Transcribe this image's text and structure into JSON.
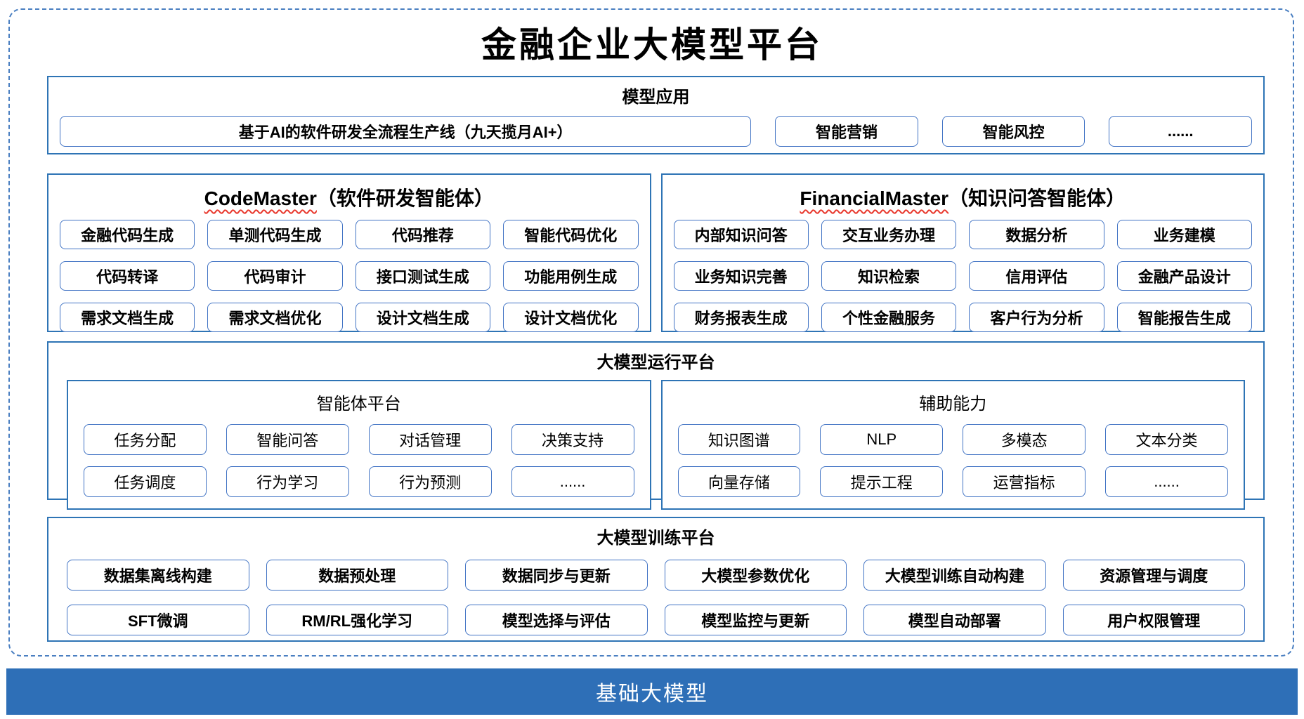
{
  "title": "金融企业大模型平台",
  "colors": {
    "section_border": "#2e74b5",
    "item_border": "#4173c4",
    "outer_dashed_border": "#4a7fc1",
    "base_bar_background": "#2e6fb7",
    "base_bar_text": "#ffffff",
    "spellcheck_underline": "#e8372c"
  },
  "model_application": {
    "header": "模型应用",
    "pipeline_item": "基于AI的软件研发全流程生产线（九天揽月AI+）",
    "items": [
      "智能营销",
      "智能风控",
      "......"
    ]
  },
  "code_master": {
    "name": "CodeMaster",
    "subtitle": "（软件研发智能体）",
    "items": [
      "金融代码生成",
      "单测代码生成",
      "代码推荐",
      "智能代码优化",
      "代码转译",
      "代码审计",
      "接口测试生成",
      "功能用例生成",
      "需求文档生成",
      "需求文档优化",
      "设计文档生成",
      "设计文档优化"
    ]
  },
  "financial_master": {
    "name": "FinancialMaster",
    "subtitle": "（知识问答智能体）",
    "items": [
      "内部知识问答",
      "交互业务办理",
      "数据分析",
      "业务建模",
      "业务知识完善",
      "知识检索",
      "信用评估",
      "金融产品设计",
      "财务报表生成",
      "个性金融服务",
      "客户行为分析",
      "智能报告生成"
    ]
  },
  "runtime_platform": {
    "header": "大模型运行平台",
    "agent_platform": {
      "title": "智能体平台",
      "items": [
        "任务分配",
        "智能问答",
        "对话管理",
        "决策支持",
        "任务调度",
        "行为学习",
        "行为预测",
        "......"
      ]
    },
    "auxiliary": {
      "title": "辅助能力",
      "items": [
        "知识图谱",
        "NLP",
        "多模态",
        "文本分类",
        "向量存储",
        "提示工程",
        "运营指标",
        "......"
      ]
    }
  },
  "training_platform": {
    "header": "大模型训练平台",
    "items": [
      "数据集离线构建",
      "数据预处理",
      "数据同步与更新",
      "大模型参数优化",
      "大模型训练自动构建",
      "资源管理与调度",
      "SFT微调",
      "RM/RL强化学习",
      "模型选择与评估",
      "模型监控与更新",
      "模型自动部署",
      "用户权限管理"
    ]
  },
  "base_model": {
    "label": "基础大模型"
  }
}
